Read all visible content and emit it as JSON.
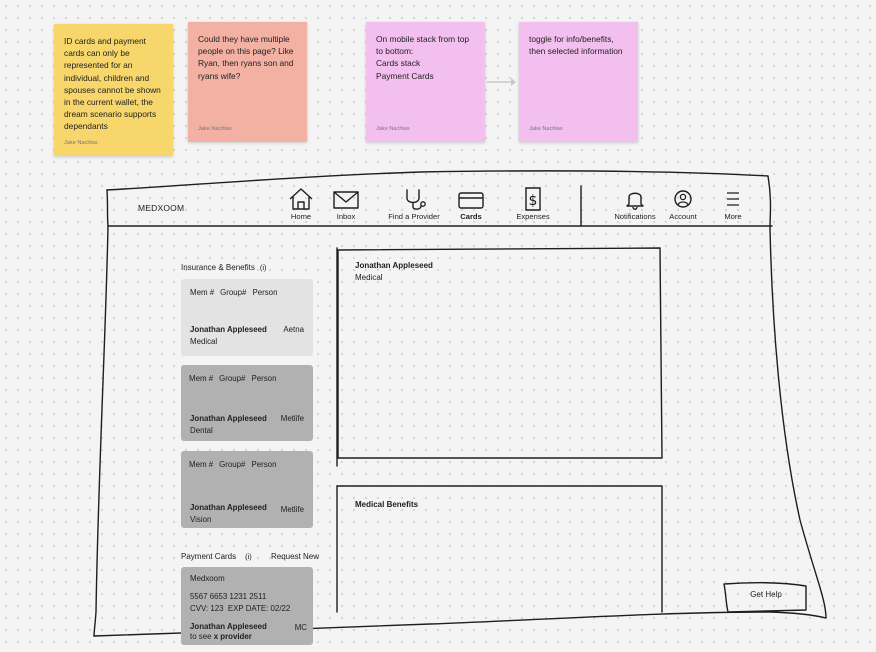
{
  "stickies": [
    {
      "text": "ID cards and payment\ncards can only be\nrepresented for an\nindividual, children and\nspouses cannot be shown\nin the current wallet, the\ndream scenario supports\ndependants",
      "author": "Jake Nachlas",
      "color": "#f7d66b"
    },
    {
      "text": "Could they have multiple\npeople on this page? Like\nRyan, then ryans son and\nryans wife?",
      "author": "Jake Nachlas",
      "color": "#f2b1a2"
    },
    {
      "text": "On mobile stack from top\nto bottom:\nCards stack\nPayment Cards",
      "author": "Jake Nachlas",
      "color": "#f3bfef"
    },
    {
      "text": "toggle for info/benefits,\nthen selected information",
      "author": "Jake Nachlas",
      "color": "#f3bfef"
    }
  ],
  "header": {
    "logo": "MEDXOOM",
    "nav": [
      {
        "label": "Home",
        "icon": "home-icon"
      },
      {
        "label": "Inbox",
        "icon": "envelope-icon"
      },
      {
        "label": "Find a Provider",
        "icon": "stethoscope-icon"
      },
      {
        "label": "Cards",
        "icon": "card-icon",
        "active": true
      },
      {
        "label": "Expenses",
        "icon": "dollar-document-icon"
      },
      {
        "label": "Notifications",
        "icon": "bell-icon"
      },
      {
        "label": "Account",
        "icon": "account-icon"
      },
      {
        "label": "More",
        "icon": "menu-icon"
      }
    ]
  },
  "insurance": {
    "title": "Insurance & Benefits",
    "info": "(i)",
    "columns": [
      "Mem #",
      "Group#",
      "Person"
    ],
    "cards": [
      {
        "name": "Jonathan Appleseed",
        "carrier": "Aetna",
        "kind": "Medical",
        "color": "#e3e3e3"
      },
      {
        "name": "Jonathan Appleseed",
        "carrier": "Metlife",
        "kind": "Dental",
        "color": "#b1b1b1"
      },
      {
        "name": "Jonathan Appleseed",
        "carrier": "Metlife",
        "kind": "Vision",
        "color": "#b1b1b1"
      }
    ]
  },
  "payment": {
    "title": "Payment Cards",
    "info": "(i)",
    "request_new": "Request New",
    "card": {
      "brand": "Medxoom",
      "number": "5567 6653 1231 2511",
      "cvv_exp": "CVV: 123  EXP DATE: 02/22",
      "name": "Jonathan Appleseed",
      "network": "MC",
      "note_prefix": "to see ",
      "note_bold": "x provider",
      "color": "#b1b1b1"
    }
  },
  "detail": {
    "name": "Jonathan Appleseed",
    "type": "Medical",
    "benefits_title": "Medical Benefits"
  },
  "help": {
    "label": "Get Help"
  }
}
